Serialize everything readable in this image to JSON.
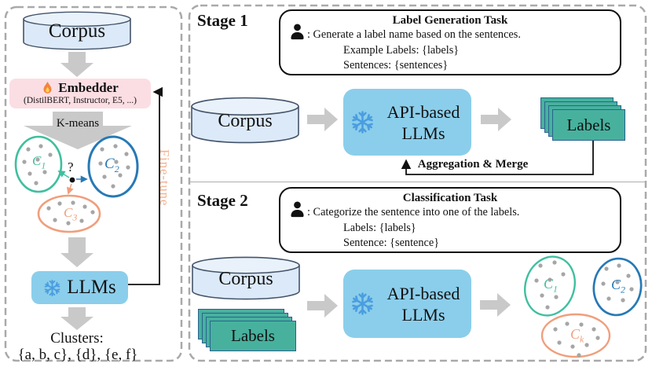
{
  "colors": {
    "panel_border": "#a9a9a9",
    "corpus_fill": "#dce9f8",
    "corpus_stroke": "#44546a",
    "embedder_pink": "#fbdee3",
    "llm_blue": "#8bceeb",
    "arrow_gray": "#c9c9c9",
    "cluster_teal": "#3fbf9f",
    "cluster_blue": "#2779b5",
    "cluster_orange": "#f09e7c",
    "finetune_salmon": "#f4b18e",
    "labels_card_fill": "#47b19e",
    "labels_card_border": "#2b628f",
    "snowflake_blue": "#4a9de0",
    "dot_gray": "#a6a6a6"
  },
  "left": {
    "corpus": "Corpus",
    "embedder_title": "Embedder",
    "embedder_subtitle": "(DistilBERT, Instructor, E5, ...)",
    "kmeans": "K-means",
    "question": "?",
    "c1": {
      "sym": "C",
      "sub": "1"
    },
    "c2": {
      "sym": "C",
      "sub": "2"
    },
    "c3": {
      "sym": "C",
      "sub": "3"
    },
    "finetune": "Fine-tune",
    "llms": "LLMs",
    "clusters_title": "Clusters:",
    "clusters_sets": "{a, b, c}, {d}, {e, f}"
  },
  "stage1": {
    "title": "Stage 1",
    "prompt_title": "Label Generation Task",
    "prompt_line1": ": Generate a label name based on the sentences.",
    "prompt_line2": "Example Labels: {labels}",
    "prompt_line3": "Sentences: {sentences}",
    "corpus": "Corpus",
    "llm": "API-based LLMs",
    "labels": "Labels",
    "feedback": "Aggregation & Merge"
  },
  "stage2": {
    "title": "Stage 2",
    "prompt_title": "Classification Task",
    "prompt_line1": ": Categorize the sentence into one of the labels.",
    "prompt_line2": "Labels: {labels}",
    "prompt_line3": "Sentence: {sentence}",
    "corpus": "Corpus",
    "llm": "API-based LLMs",
    "labels": "Labels",
    "c1": {
      "sym": "C",
      "sub": "1"
    },
    "c2": {
      "sym": "C",
      "sub": "2"
    },
    "ck": {
      "sym": "C",
      "sub": "k"
    }
  }
}
